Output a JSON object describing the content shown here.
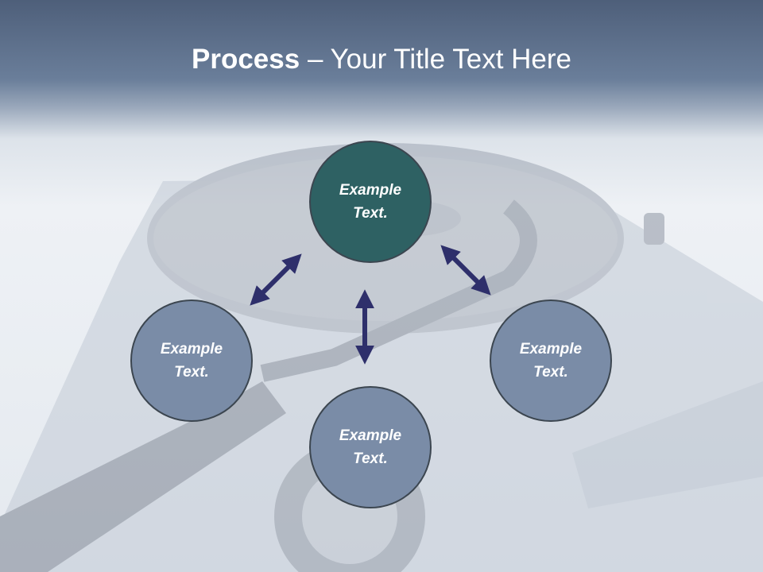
{
  "slide": {
    "title_bold": "Process",
    "title_rest": " – Your Title Text Here"
  },
  "nodes": {
    "top": "Example Text.",
    "left": "Example Text.",
    "right": "Example Text.",
    "bottom": "Example Text."
  },
  "colors": {
    "header": "#4e5f7a",
    "center_node": "#2e6163",
    "outer_node": "#7a8ca7",
    "arrow": "#2e2f6b"
  }
}
